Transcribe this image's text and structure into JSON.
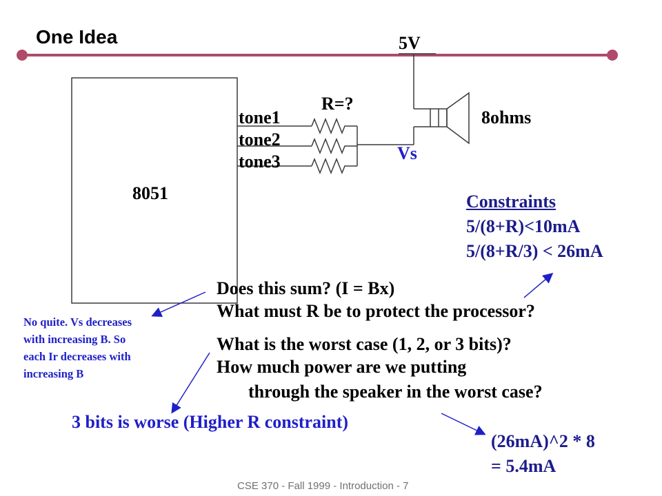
{
  "slide": {
    "title": "One Idea",
    "accent_color": "#b04a6a",
    "wire_color": "#3a3a3a",
    "arrow_color": "#1f1fc8"
  },
  "circuit": {
    "supply_label": "5V",
    "resistor_label": "R=?",
    "tone_labels": [
      "tone1",
      "tone2",
      "tone3"
    ],
    "chip_label": "8051",
    "speaker_label": "8ohms",
    "node_label": "Vs"
  },
  "constraints": {
    "heading": "Constraints",
    "lines": [
      "5/(8+R)<10mA",
      "5/(8+R/3) < 26mA"
    ]
  },
  "questions": [
    "Does this sum? (I = Bx)",
    "What must R be to protect the processor?",
    "What is the worst case (1, 2, or 3 bits)?",
    "How much power are we putting",
    "through the speaker in the worst case?"
  ],
  "notes": {
    "sum_answer": [
      "No quite. Vs decreases",
      "with increasing B. So",
      "each Ir decreases with",
      "increasing B"
    ],
    "worst_case_answer": "3 bits is worse (Higher R constraint)",
    "power_answer": [
      "(26mA)^2 * 8",
      "= 5.4mA"
    ]
  },
  "footer": "CSE 370 - Fall 1999 - Introduction - 7"
}
